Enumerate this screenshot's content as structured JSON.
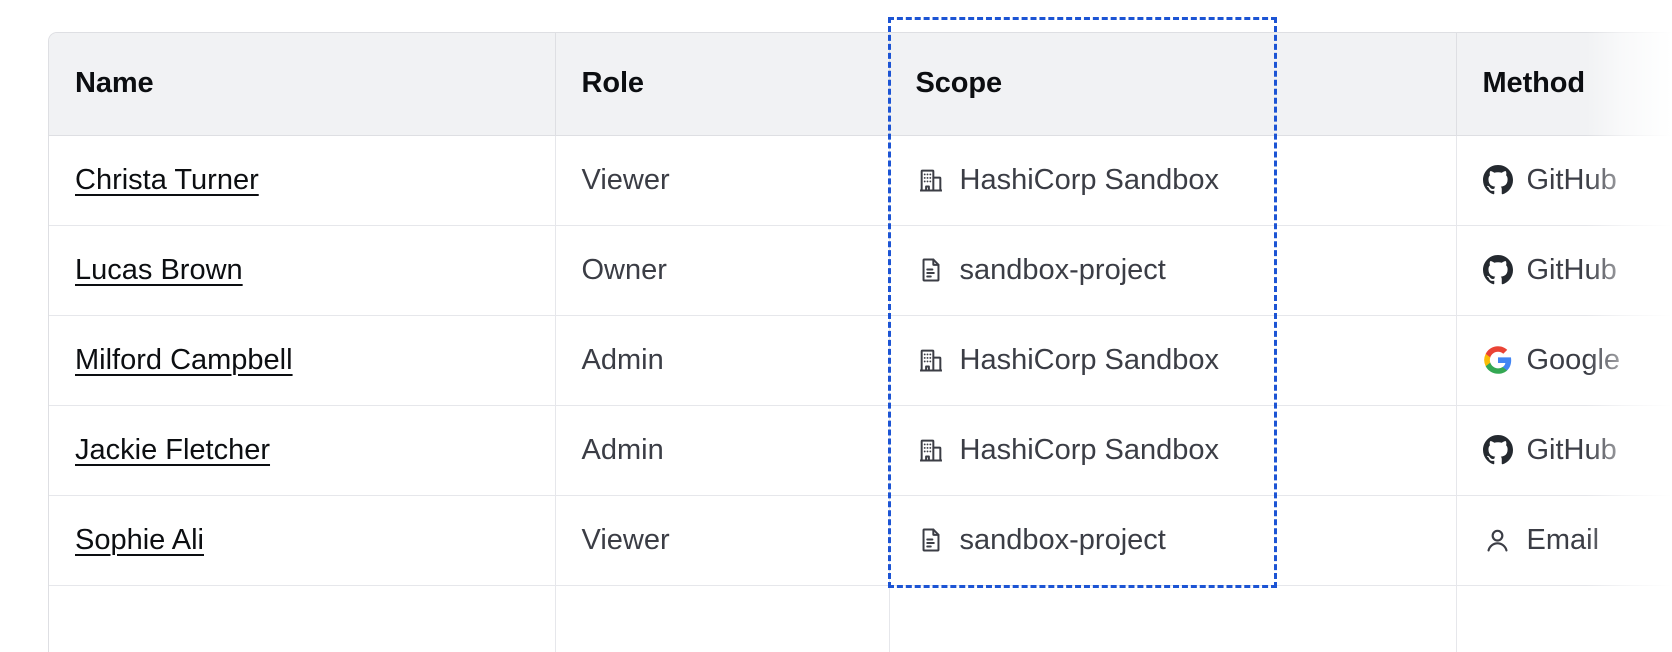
{
  "table": {
    "columns": [
      {
        "key": "name",
        "label": "Name"
      },
      {
        "key": "role",
        "label": "Role"
      },
      {
        "key": "scope",
        "label": "Scope"
      },
      {
        "key": "method",
        "label": "Method"
      }
    ],
    "rows": [
      {
        "name": "Christa Turner",
        "role": "Viewer",
        "scope": "HashiCorp Sandbox",
        "scope_icon": "organization-building-icon",
        "method": "GitHub",
        "method_icon": "github-icon"
      },
      {
        "name": "Lucas Brown",
        "role": "Owner",
        "scope": "sandbox-project",
        "scope_icon": "project-document-icon",
        "method": "GitHub",
        "method_icon": "github-icon"
      },
      {
        "name": "Milford Campbell",
        "role": "Admin",
        "scope": "HashiCorp Sandbox",
        "scope_icon": "organization-building-icon",
        "method": "Google",
        "method_icon": "google-icon"
      },
      {
        "name": "Jackie Fletcher",
        "role": "Admin",
        "scope": "HashiCorp Sandbox",
        "scope_icon": "organization-building-icon",
        "method": "GitHub",
        "method_icon": "github-icon"
      },
      {
        "name": "Sophie Ali",
        "role": "Viewer",
        "scope": "sandbox-project",
        "scope_icon": "project-document-icon",
        "method": "Email",
        "method_icon": "user-person-icon"
      },
      {
        "name": "",
        "role": "",
        "scope": "",
        "scope_icon": "",
        "method": "",
        "method_icon": ""
      }
    ]
  },
  "selection": {
    "target_column": "Scope",
    "style": "dashed-rectangle",
    "color": "#1c54d4"
  },
  "colors": {
    "header_background": "#f1f2f4",
    "header_text": "#0c0e11",
    "body_text": "#3b3d45",
    "link_text": "#0c0e11",
    "border": "#dedfe3",
    "row_border": "#e6e7eb",
    "selection_outline": "#1c54d4",
    "google_blue": "#4285f4",
    "google_red": "#ea4335",
    "google_yellow": "#fbbc05",
    "google_green": "#34a853",
    "github_dark": "#24292f"
  }
}
